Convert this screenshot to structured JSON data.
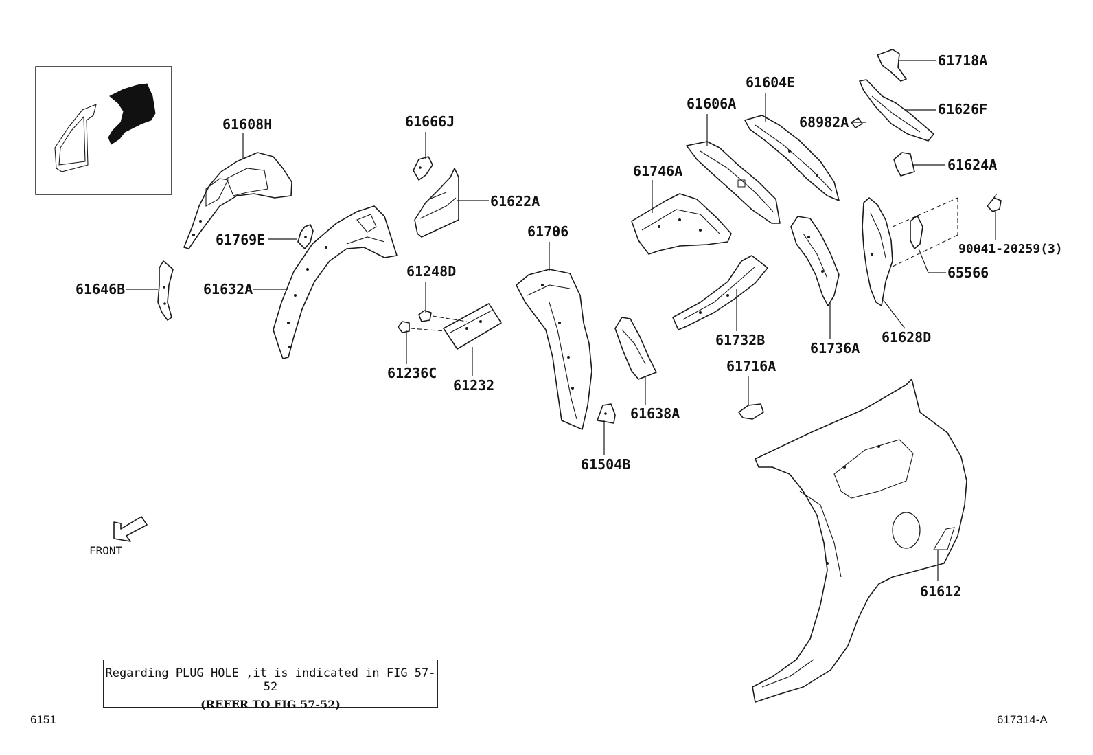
{
  "labels": {
    "p61608H": "61608H",
    "p61769E": "61769E",
    "p61646B": "61646B",
    "p61632A": "61632A",
    "p61666J": "61666J",
    "p61622A": "61622A",
    "p61248D": "61248D",
    "p61236C": "61236C",
    "p61232": "61232",
    "p61706": "61706",
    "p61504B": "61504B",
    "p61638A": "61638A",
    "p61746A": "61746A",
    "p61606A": "61606A",
    "p61604E": "61604E",
    "p61732B": "61732B",
    "p61716A": "61716A",
    "p61736A": "61736A",
    "p68982A": "68982A",
    "p61718A": "61718A",
    "p61626F": "61626F",
    "p61624A": "61624A",
    "p90041": "90041-20259(3)",
    "p65566": "65566",
    "p61628D": "61628D",
    "p61612": "61612"
  },
  "front_label": "FRONT",
  "note": {
    "line1": "Regarding PLUG HOLE ,it is indicated in FIG 57-52",
    "line2": "(REFER TO FIG 57-52)"
  },
  "footer": {
    "left": "6151",
    "right": "617314-A"
  }
}
